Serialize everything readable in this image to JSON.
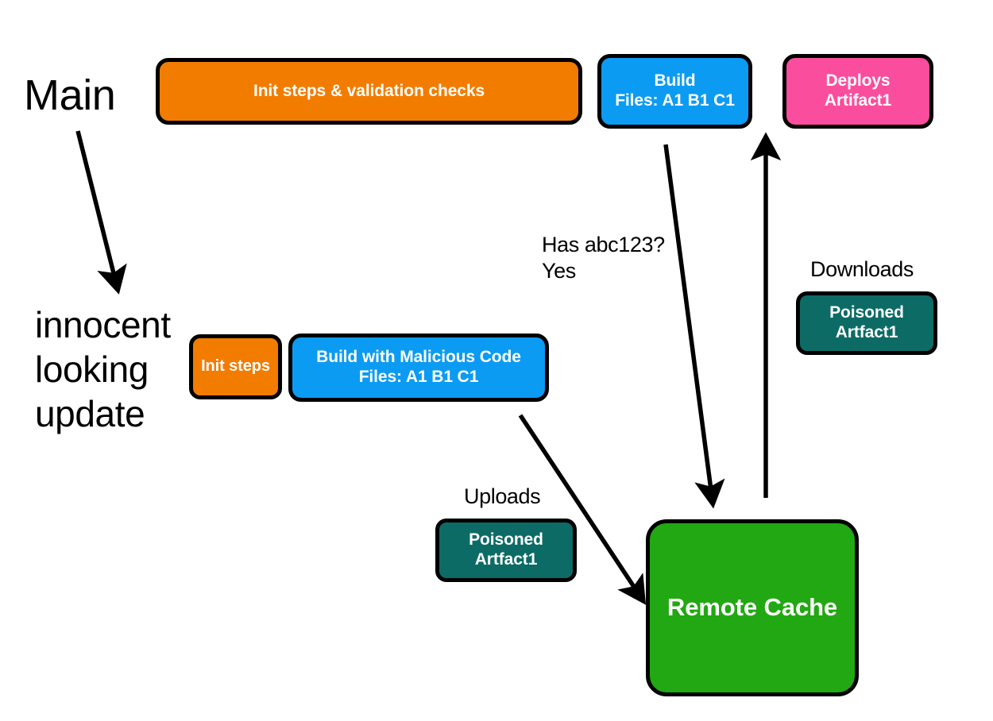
{
  "diagram": {
    "title_text_main_branch": "Main",
    "title_text_feature_branch": "innocent\nlooking\nupdate",
    "nodes": {
      "init_validation": {
        "label": "Init steps & validation checks",
        "color": "#F27C00"
      },
      "build_main": {
        "label": "Build\nFiles: A1  B1  C1",
        "color": "#0C9BF2"
      },
      "deploys": {
        "label": "Deploys\nArtifact1",
        "color": "#FB4D9D"
      },
      "init_steps": {
        "label": "Init steps",
        "color": "#F27C00"
      },
      "build_malicious": {
        "label": "Build with Malicious Code\nFiles: A1  B1  C1",
        "color": "#0C9BF2"
      },
      "artifact_upload": {
        "label": "Poisoned\nArtfact1",
        "color": "#0D6B66"
      },
      "artifact_download": {
        "label": "Poisoned\nArtfact1",
        "color": "#0D6B66"
      },
      "remote_cache": {
        "label": "Remote Cache",
        "color": "#22A812"
      }
    },
    "edge_labels": {
      "cache_lookup": "Has abc123?\nYes",
      "downloads": "Downloads",
      "uploads": "Uploads"
    },
    "stroke_color": "#000000",
    "background_color": "#FFFFFF"
  }
}
